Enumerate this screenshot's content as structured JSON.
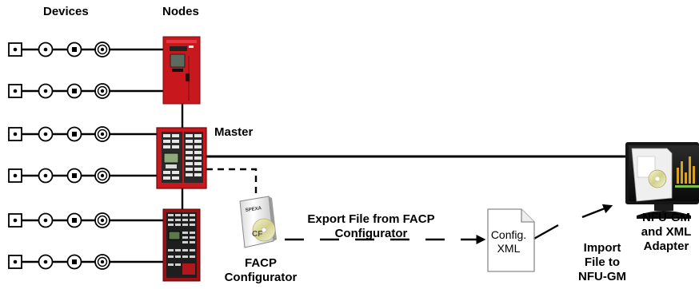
{
  "headers": {
    "devices": "Devices",
    "nodes": "Nodes"
  },
  "labels": {
    "master": "Master",
    "export": [
      "Export File from FACP",
      "Configurator"
    ],
    "facp": [
      "FACP",
      "Configurator"
    ],
    "config_xml": [
      "Config.",
      "XML"
    ],
    "import": [
      "Import",
      "File to",
      "NFU-GM"
    ],
    "nfu": [
      "NFU-GM",
      "and XML",
      "Adapter"
    ]
  },
  "icons": [
    "square-dot-icon",
    "circle-dot-icon",
    "circle-square-icon",
    "concentric-circle-icon"
  ],
  "colors": {
    "panel_red": "#c8181e",
    "panel_dark_red": "#8e0d10",
    "line": "#000000"
  }
}
